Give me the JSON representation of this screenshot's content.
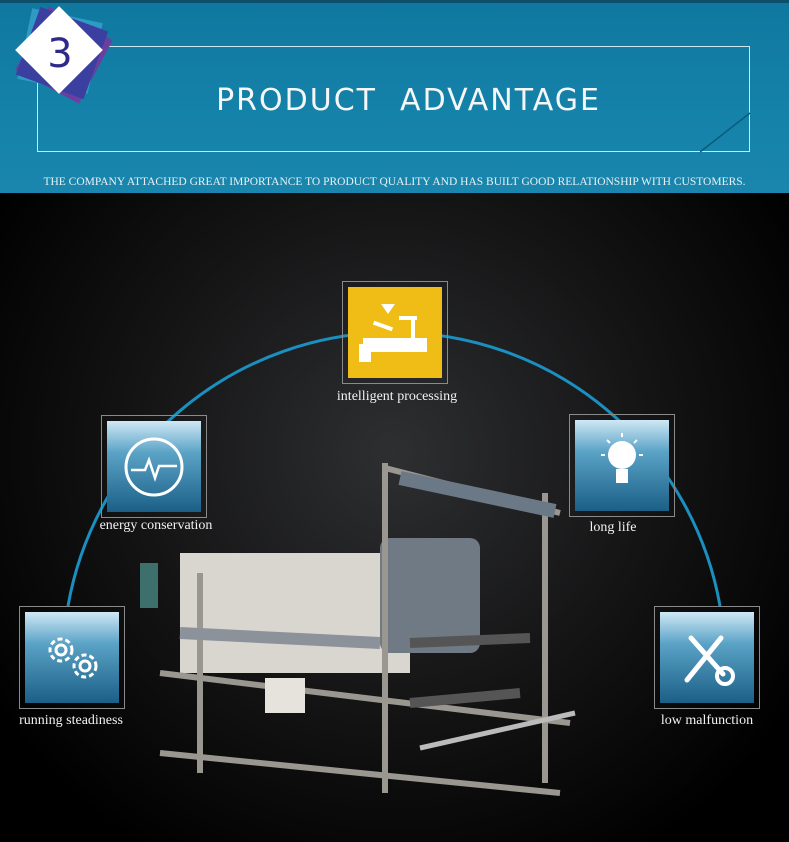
{
  "header": {
    "badge_number": "3",
    "title": "PRODUCT  ADVANTAGE",
    "subtitle": "THE COMPANY ATTACHED GREAT IMPORTANCE TO PRODUCT QUALITY AND HAS BUILT GOOD RELATIONSHIP WITH CUSTOMERS."
  },
  "features": [
    {
      "label": "intelligent processing",
      "icon": "factory-robot-icon"
    },
    {
      "label": "energy conservation",
      "icon": "pulse-gauge-icon"
    },
    {
      "label": "long life",
      "icon": "lightbulb-icon"
    },
    {
      "label": "running steadiness",
      "icon": "gears-icon"
    },
    {
      "label": "low malfunction",
      "icon": "wrench-screwdriver-icon"
    }
  ],
  "colors": {
    "header_blue": "#1582aa",
    "accent_yellow": "#efbd16",
    "arc_blue": "#1a8fc0"
  }
}
